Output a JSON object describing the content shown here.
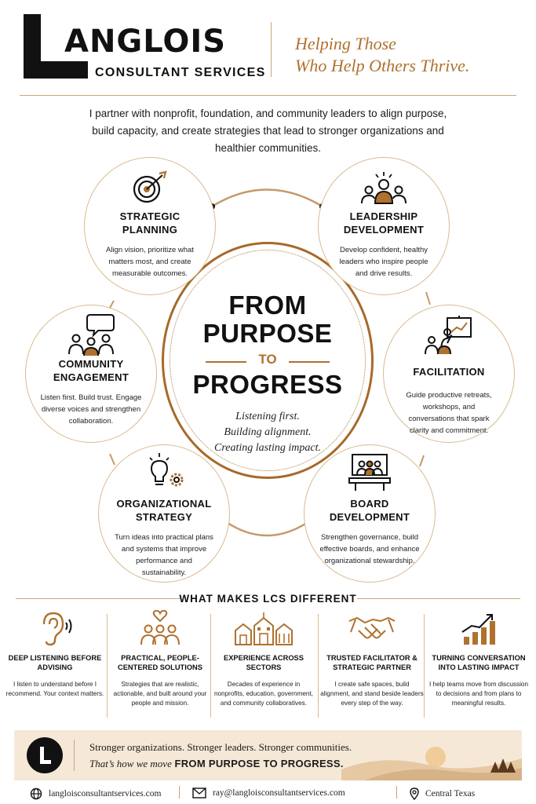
{
  "brand": {
    "name": "ANGLOIS",
    "subtitle": "CONSULTANT SERVICES",
    "tagline_1": "Helping Those",
    "tagline_2": "Who Help Others Thrive."
  },
  "intro": "I partner with nonprofit, foundation, and community leaders to align purpose, build capacity, and create strategies that lead to stronger organizations and healthier communities.",
  "center": {
    "line1": "FROM",
    "line2": "PURPOSE",
    "to": "TO",
    "line3": "PROGRESS",
    "motto_1": "Listening first.",
    "motto_2": "Building alignment.",
    "motto_3": "Creating lasting impact."
  },
  "services": [
    {
      "title_1": "STRATEGIC",
      "title_2": "PLANNING",
      "desc": "Align vision, prioritize what matters most, and create measurable outcomes.",
      "icon": "target-icon"
    },
    {
      "title_1": "LEADERSHIP",
      "title_2": "DEVELOPMENT",
      "desc": "Develop confident, healthy leaders who inspire people and drive results.",
      "icon": "leader-group-icon"
    },
    {
      "title_1": "COMMUNITY",
      "title_2": "ENGAGEMENT",
      "desc": "Listen first. Build trust. Engage diverse voices and strengthen collaboration.",
      "icon": "community-chat-icon"
    },
    {
      "title_1": "FACILITATION",
      "title_2": "",
      "desc": "Guide productive retreats, workshops, and conversations that spark clarity and commitment.",
      "icon": "presentation-board-icon"
    },
    {
      "title_1": "ORGANIZATIONAL",
      "title_2": "STRATEGY",
      "desc": "Turn ideas into practical plans and systems that improve performance and sustainability.",
      "icon": "lightbulb-gear-icon"
    },
    {
      "title_1": "BOARD",
      "title_2": "DEVELOPMENT",
      "desc": "Strengthen governance, build effective boards, and enhance organizational stewardship.",
      "icon": "board-meeting-icon"
    }
  ],
  "different": {
    "title": "WHAT MAKES LCS DIFFERENT",
    "items": [
      {
        "title": "DEEP LISTENING BEFORE ADVISING",
        "desc": "I listen to understand before I recommend. Your context matters.",
        "icon": "ear-icon"
      },
      {
        "title": "PRACTICAL, PEOPLE-CENTERED SOLUTIONS",
        "desc": "Strategies that are realistic, actionable, and built around your people and mission.",
        "icon": "people-heart-icon"
      },
      {
        "title": "EXPERIENCE ACROSS SECTORS",
        "desc": "Decades of experience in nonprofits, education, government, and community collaboratives.",
        "icon": "buildings-icon"
      },
      {
        "title": "TRUSTED FACILITATOR & STRATEGIC PARTNER",
        "desc": "I create safe spaces, build alignment, and stand beside leaders every step of the way.",
        "icon": "handshake-icon"
      },
      {
        "title": "TURNING CONVERSATION INTO LASTING IMPACT",
        "desc": "I help teams move from discussion to decisions and from plans to meaningful results.",
        "icon": "growth-chart-icon"
      }
    ]
  },
  "banner": {
    "line1": "Stronger organizations. Stronger leaders. Stronger communities.",
    "line2_italic": "That’s how we move",
    "line2_bold": "FROM PURPOSE TO PROGRESS."
  },
  "footer": {
    "website": "langloisconsultantservices.com",
    "email": "ray@langloisconsultantservices.com",
    "location": "Central Texas"
  },
  "colors": {
    "accent": "#b0712f",
    "line": "#c8a47a",
    "banner_bg": "#f5e8d7"
  }
}
